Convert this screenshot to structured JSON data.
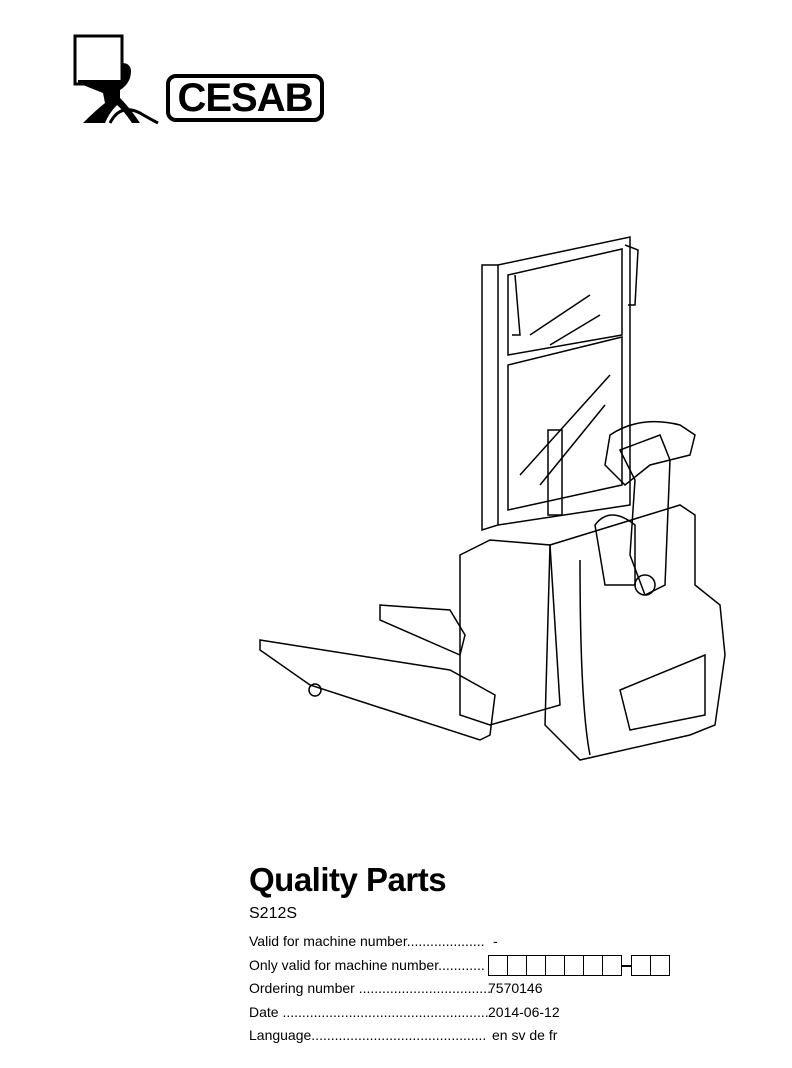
{
  "logo": {
    "brand": "CESAB"
  },
  "title": "Quality Parts",
  "model": "S212S",
  "fields": [
    {
      "label": "Valid for machine number....................",
      "value": "-"
    },
    {
      "label": "Only valid for machine number............",
      "value": ""
    },
    {
      "label": "Ordering number ..................................",
      "value": "7570146"
    },
    {
      "label": "Date .....................................................",
      "value": "2014-06-12"
    },
    {
      "label": "Language.............................................",
      "value": "en sv de fr"
    }
  ],
  "machine_number_boxes": {
    "first_group": 7,
    "second_group": 2
  }
}
